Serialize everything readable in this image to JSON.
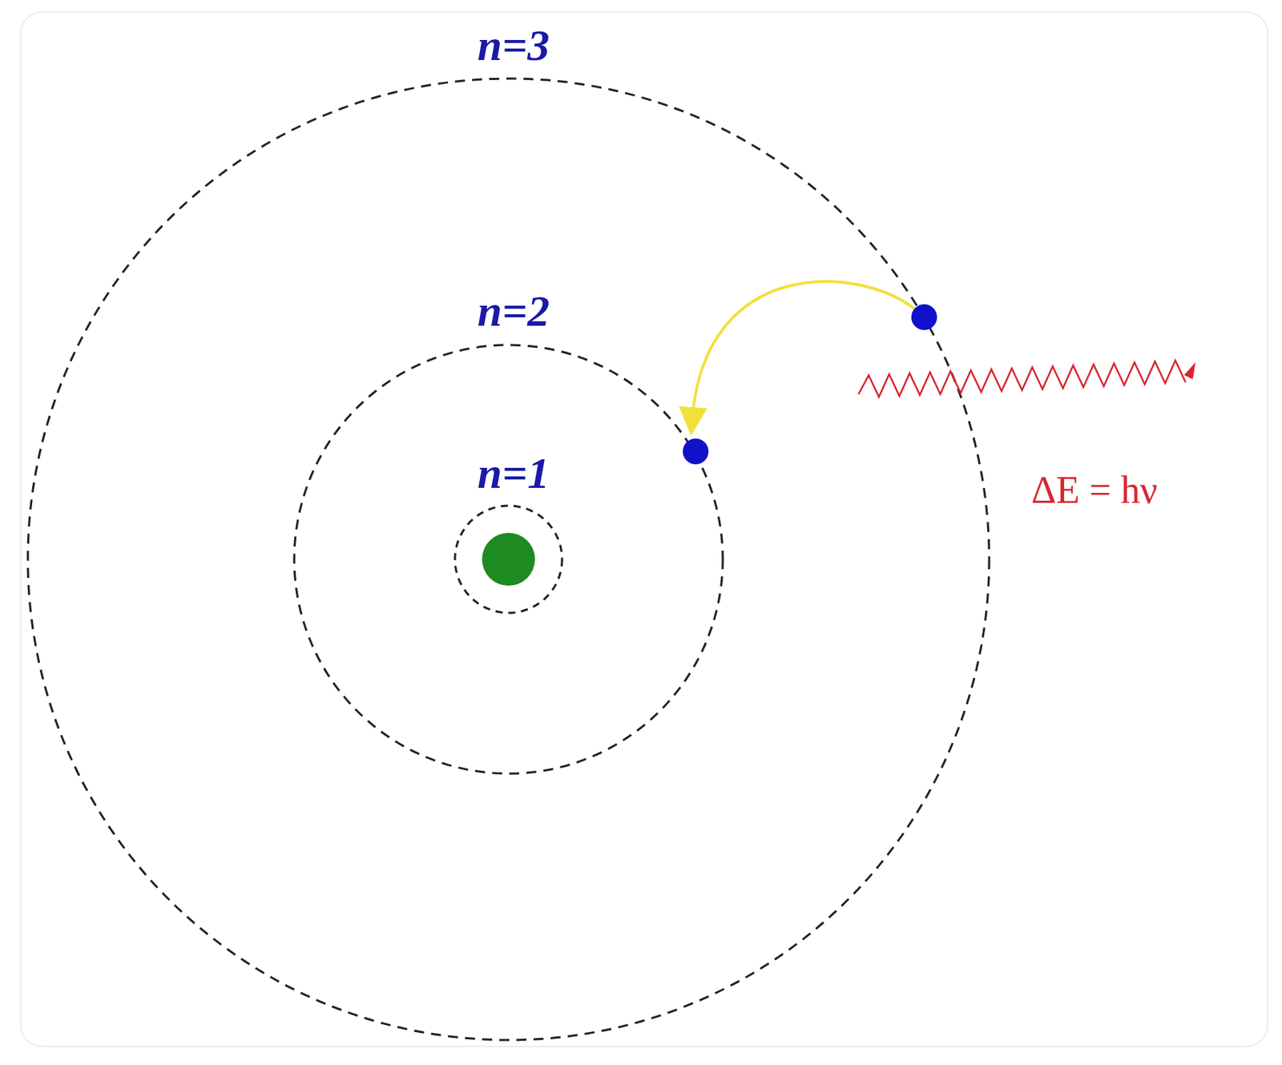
{
  "diagram": {
    "labels": [
      "n=3",
      "n=2",
      "n=1",
      "ΔE = hν"
    ]
  }
}
